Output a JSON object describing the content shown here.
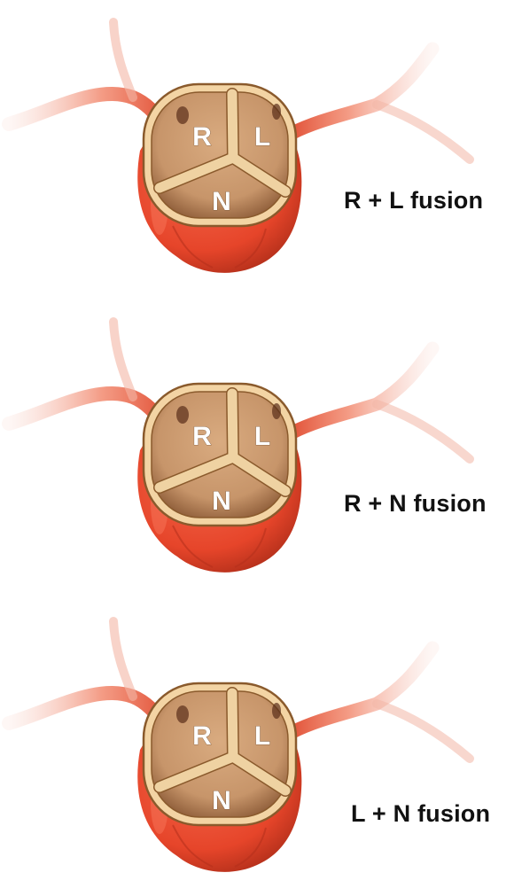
{
  "colors": {
    "vessel": "#e2543a",
    "vessel_highlight": "#f07a5c",
    "root_fill": "#e6452a",
    "root_dark": "#b5301b",
    "annulus": "#f3d4a4",
    "annulus_edge": "#8a5a2c",
    "cusp_fill": "#c7956a",
    "cusp_dark": "#8f5e3a",
    "commissure": "#efd2a2",
    "label_text": "#111111"
  },
  "panels": [
    {
      "fusion_label": "R + L fusion",
      "cusps": {
        "right": "R",
        "left": "L",
        "noncoronary": "N"
      }
    },
    {
      "fusion_label": "R + N fusion",
      "cusps": {
        "right": "R",
        "left": "L",
        "noncoronary": "N"
      }
    },
    {
      "fusion_label": "L + N fusion",
      "cusps": {
        "right": "R",
        "left": "L",
        "noncoronary": "N"
      }
    }
  ]
}
